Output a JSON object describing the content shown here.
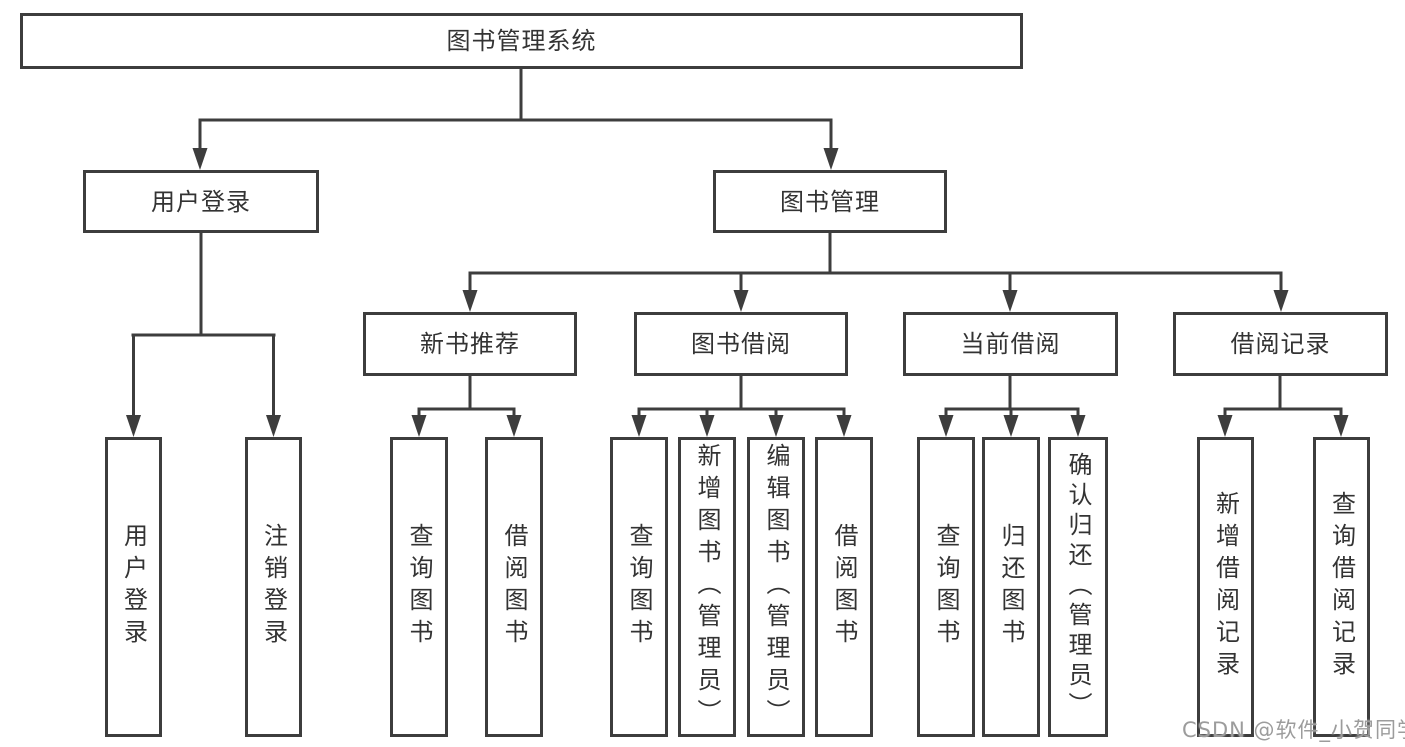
{
  "colors": {
    "line": "#3d3d3d",
    "text": "#333333",
    "watermark_gray": "#9c9c9c"
  },
  "tree": {
    "root": "图书管理系统",
    "user_login": {
      "label": "用户登录",
      "children": [
        "用户登录",
        "注销登录"
      ]
    },
    "book_mgmt": {
      "label": "图书管理",
      "sections": {
        "new_books": {
          "label": "新书推荐",
          "children": [
            "查询图书",
            "借阅图书"
          ]
        },
        "borrowing": {
          "label": "图书借阅",
          "children": [
            "查询图书",
            "新增图书（管理员）",
            "编辑图书（管理员）",
            "借阅图书"
          ]
        },
        "current": {
          "label": "当前借阅",
          "children": [
            "查询图书",
            "归还图书",
            "确认归还（管理员）"
          ]
        },
        "records": {
          "label": "借阅记录",
          "children": [
            "新增借阅记录",
            "查询借阅记录"
          ]
        }
      }
    }
  },
  "watermark": "CSDN @软件_小贺同学"
}
